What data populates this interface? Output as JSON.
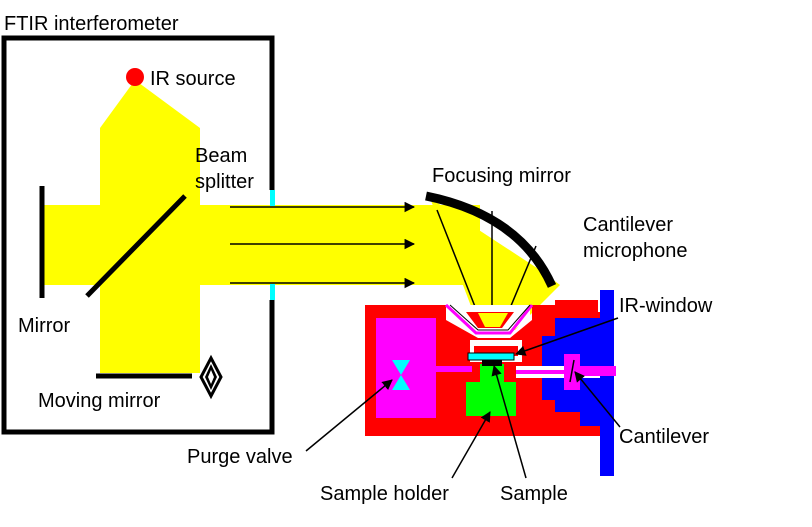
{
  "labels": {
    "interferometer": "FTIR interferometer",
    "ir_source": "IR source",
    "beam_splitter_line1": "Beam",
    "beam_splitter_line2": "splitter",
    "mirror": "Mirror",
    "moving_mirror": "Moving mirror",
    "focusing_mirror": "Focusing mirror",
    "cantilever_microphone_line1": "Cantilever",
    "cantilever_microphone_line2": "microphone",
    "ir_window": "IR-window",
    "cantilever": "Cantilever",
    "purge_valve": "Purge valve",
    "sample_holder": "Sample holder",
    "sample": "Sample"
  },
  "colors": {
    "beam": "#ffff00",
    "source": "#ff0000",
    "cell_body": "#ff0000",
    "purge_chamber": "#ff00ff",
    "sample_holder": "#00ff00",
    "microphone": "#0000ff",
    "window": "#00ffff",
    "outline": "#000000"
  }
}
